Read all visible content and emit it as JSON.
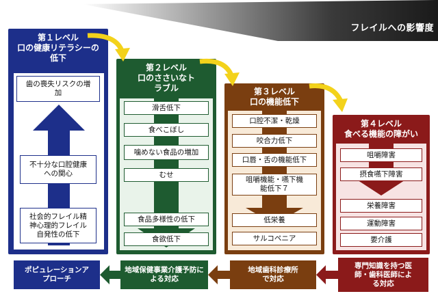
{
  "title": "フレイルへの影響度",
  "colors": {
    "level1": "#1d2f8a",
    "level2": "#1e5b30",
    "level3": "#7a3e10",
    "level4": "#8b1a1a",
    "arrow_yellow": "#f3d21b"
  },
  "levels": [
    {
      "title_line1": "第１レベル",
      "title_line2": "口の健康リテラシーの低下",
      "items": [
        "歯の喪失リスクの増加",
        "不十分な口腔健康への関心",
        "社会的フレイル精神心理的フレイル自発性の低下"
      ]
    },
    {
      "title_line1": "第２レベル",
      "title_line2": "口のささいなトラブル",
      "items": [
        "滑舌低下",
        "食べこぼし",
        "噛めない食品の増加",
        "むせ",
        "食品多様性の低下",
        "食欲低下"
      ]
    },
    {
      "title_line1": "第３レベル",
      "title_line2": "口の機能低下",
      "items": [
        "口腔不潔・乾燥",
        "咬合力低下",
        "口唇・舌の機能低下",
        "咀嚼機能・嚥下機能低下７",
        "低栄養",
        "サルコペニア"
      ]
    },
    {
      "title_line1": "第４レベル",
      "title_line2": "食べる機能の障がい",
      "items": [
        "咀嚼障害",
        "摂食嚥下障害",
        "栄養障害",
        "運動障害",
        "要介護"
      ]
    }
  ],
  "approaches": [
    "ポピュレーションアプローチ",
    "地域保健事業介護予防による対応",
    "地域歯科診療所で対応",
    "専門知識を持つ医師・歯科医師による対応"
  ]
}
